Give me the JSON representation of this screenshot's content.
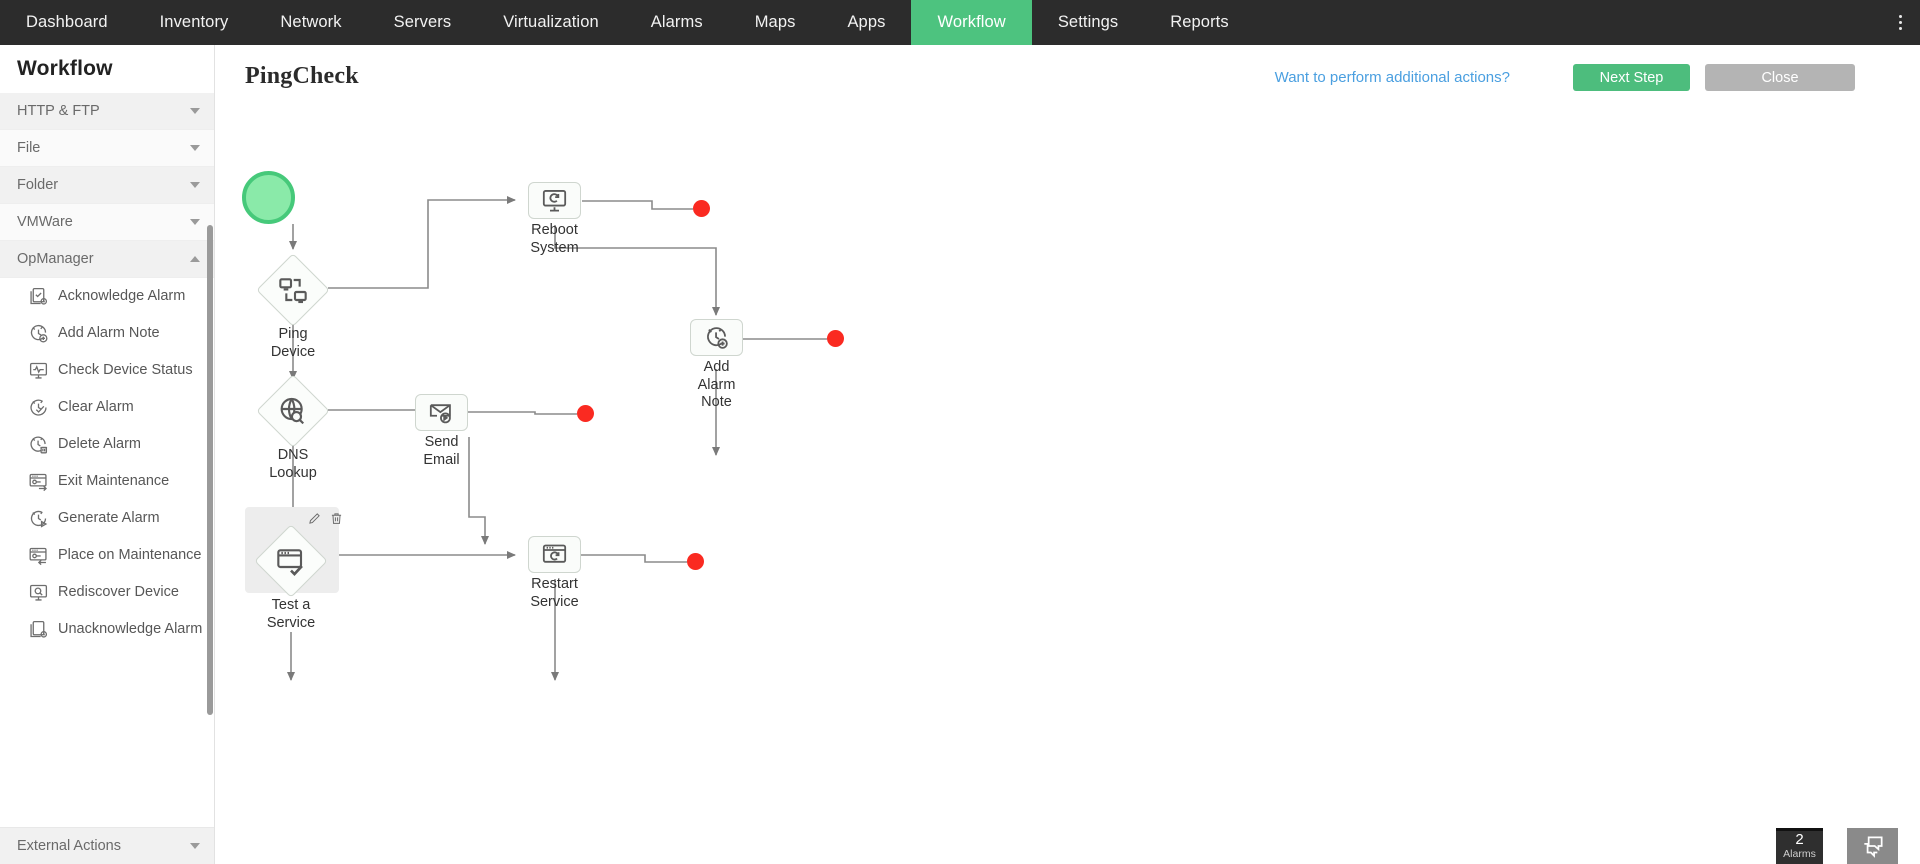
{
  "topnav": {
    "items": [
      {
        "label": "Dashboard",
        "active": false
      },
      {
        "label": "Inventory",
        "active": false
      },
      {
        "label": "Network",
        "active": false
      },
      {
        "label": "Servers",
        "active": false
      },
      {
        "label": "Virtualization",
        "active": false
      },
      {
        "label": "Alarms",
        "active": false
      },
      {
        "label": "Maps",
        "active": false
      },
      {
        "label": "Apps",
        "active": false
      },
      {
        "label": "Workflow",
        "active": true
      },
      {
        "label": "Settings",
        "active": false
      },
      {
        "label": "Reports",
        "active": false
      }
    ],
    "kebab_icon": "kebab-menu-icon",
    "active_color": "#4dc37f",
    "background": "#2c2c2c"
  },
  "sidebar": {
    "title": "Workflow",
    "groups": [
      {
        "label": "HTTP & FTP",
        "expanded": false,
        "icon": "chevron-down-icon"
      },
      {
        "label": "File",
        "expanded": false,
        "icon": "chevron-down-icon"
      },
      {
        "label": "Folder",
        "expanded": false,
        "icon": "chevron-down-icon"
      },
      {
        "label": "VMWare",
        "expanded": false,
        "icon": "chevron-down-icon"
      },
      {
        "label": "OpManager",
        "expanded": true,
        "icon": "chevron-up-icon"
      }
    ],
    "items": [
      {
        "label": "Acknowledge Alarm",
        "icon": "document-check-icon"
      },
      {
        "label": "Add Alarm Note",
        "icon": "clock-plus-icon"
      },
      {
        "label": "Check Device Status",
        "icon": "monitor-pulse-icon"
      },
      {
        "label": "Clear Alarm",
        "icon": "clock-check-icon"
      },
      {
        "label": "Delete Alarm",
        "icon": "clock-trash-icon"
      },
      {
        "label": "Exit Maintenance",
        "icon": "window-wrench-out-icon"
      },
      {
        "label": "Generate Alarm",
        "icon": "clock-play-icon"
      },
      {
        "label": "Place on Maintenance",
        "icon": "window-wrench-in-icon"
      },
      {
        "label": "Rediscover Device",
        "icon": "monitor-search-icon"
      },
      {
        "label": "Unacknowledge Alarm",
        "icon": "documents-clock-icon"
      }
    ],
    "footer_group": {
      "label": "External Actions",
      "expanded": false,
      "icon": "chevron-down-icon"
    }
  },
  "header": {
    "title": "PingCheck",
    "link_text": "Want to perform additional actions?",
    "next_label": "Next Step",
    "close_label": "Close",
    "next_color": "#4dbd7d",
    "close_color": "#b4b4b4",
    "link_color": "#4a9fe0"
  },
  "workflow": {
    "start": {
      "name": "start-node",
      "color": "#8aeaa9",
      "border": "#46c97a"
    },
    "nodes": [
      {
        "id": "ping-device",
        "label": "Ping\nDevice",
        "shape": "diamond",
        "icon": "ping-device-icon"
      },
      {
        "id": "reboot-system",
        "label": "Reboot\nSystem",
        "shape": "rect",
        "icon": "monitor-refresh-icon"
      },
      {
        "id": "add-alarm-note",
        "label": "Add\nAlarm\nNote",
        "shape": "rect",
        "icon": "clock-plus-icon"
      },
      {
        "id": "dns-lookup",
        "label": "DNS\nLookup",
        "shape": "diamond",
        "icon": "globe-search-icon"
      },
      {
        "id": "send-email",
        "label": "Send\nEmail",
        "shape": "rect",
        "icon": "envelope-send-icon"
      },
      {
        "id": "test-a-service",
        "label": "Test a\nService",
        "shape": "diamond",
        "icon": "window-check-icon",
        "selected": true
      },
      {
        "id": "restart-service",
        "label": "Restart\nService",
        "shape": "rect",
        "icon": "window-refresh-icon"
      }
    ],
    "endpoints": [
      {
        "id": "endpoint-reboot",
        "color": "#fa2a21"
      },
      {
        "id": "endpoint-add-alarm-note",
        "color": "#fa2a21"
      },
      {
        "id": "endpoint-send-email",
        "color": "#fa2a21"
      },
      {
        "id": "endpoint-restart-service",
        "color": "#fa2a21"
      }
    ],
    "selection_tools": [
      {
        "name": "edit-icon",
        "label": "edit"
      },
      {
        "name": "delete-icon",
        "label": "delete"
      }
    ]
  },
  "bottom": {
    "alarm_count": "2",
    "alarm_caption": "Alarms",
    "chat_icon": "chat-bubbles-icon"
  }
}
